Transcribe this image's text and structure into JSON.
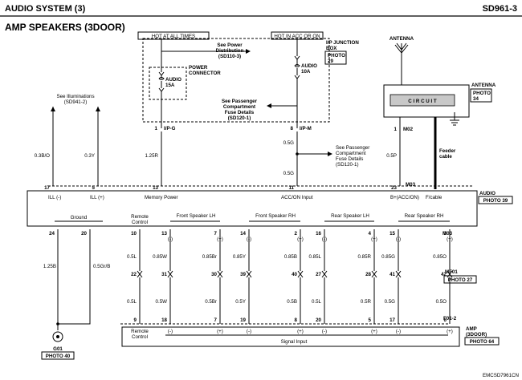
{
  "header": {
    "left": "AUDIO SYSTEM (3)",
    "right": "SD961-3",
    "title": "AMP SPEAKERS (3DOOR)",
    "footer_code": "EMCSD7961CN"
  },
  "junction": {
    "hot_all_times": "HOT AT ALL TIMES",
    "hot_acc_on": "HOT IN ACC OR ON",
    "name_line1": "I/P JUNCTION",
    "name_line2": "BOX",
    "photo_line1": "PHOTO",
    "photo_line2": "29",
    "see_power_line1": "See Power",
    "see_power_line2": "Distribution",
    "see_power_line3": "(SD110-3)",
    "power_connector_line1": "POWER",
    "power_connector_line2": "CONNECTOR",
    "fuse1_line1": "AUDIO",
    "fuse1_line2": "15A",
    "fuse2_line1": "AUDIO",
    "fuse2_line2": "10A",
    "see_pass_line1": "See Passenger",
    "see_pass_line2": "Compartment",
    "see_pass_line3": "Fuse Details",
    "see_pass_line4": "(SD120-1)",
    "conn_ipg": "I/P-G",
    "conn_ipm": "I/P-M",
    "pin_ipg": "1",
    "pin_ipm": "8"
  },
  "antenna": {
    "label": "ANTENNA",
    "label2": "ANTENNA",
    "photo_line1": "PHOTO",
    "photo_line2": "34",
    "circuit": "C I R C U I T",
    "conn": "M02",
    "pin": "1",
    "feeder_line1": "Feeder",
    "feeder_line2": "cable"
  },
  "wires_top": {
    "see_illum_line1": "See Illuminations",
    "see_illum_line2": "(SD941-2)",
    "w1": "0.3B/O",
    "w2": "0.3Y",
    "w3": "1.25R",
    "w4a": "0.5G",
    "w4b": "0.5G",
    "w5": "0.5P",
    "see_pass2_line1": "See Passenger",
    "see_pass2_line2": "Compartment",
    "see_pass2_line3": "Fuse Details",
    "see_pass2_line4": "(SD120-1)"
  },
  "audio": {
    "label": "AUDIO",
    "photo": "PHOTO 39",
    "pins_top": [
      "17",
      "5",
      "13",
      "11",
      "23"
    ],
    "conn_top": "M03",
    "pin_labels": [
      "ILL (-)",
      "ILL (+)",
      "Memory Power",
      "ACC/ON Input",
      "B+(ACC/ON)",
      "F/cable"
    ],
    "group_ground": "Ground",
    "group_remote_line1": "Remote",
    "group_remote_line2": "Control",
    "group_flh": "Front Speaker LH",
    "group_frh": "Front Speaker RH",
    "group_rlh": "Rear Speaker LH",
    "group_rrh": "Rear Speaker RH",
    "pins_bottom": [
      "24",
      "20",
      "10",
      "13",
      "7",
      "14",
      "2",
      "16",
      "4",
      "15",
      "3"
    ],
    "conn_bottom": "M03"
  },
  "ground_wires": {
    "w1": "1.25B",
    "w2": "0.5Gr/B",
    "ground_name": "G01",
    "ground_photo": "PHOTO 40"
  },
  "mid_wires": {
    "upper": [
      "0.5L",
      "0.85W",
      "0.85Br",
      "0.85Y",
      "0.85B",
      "0.85L",
      "0.85R",
      "0.85G",
      "0.85O"
    ],
    "mf_pins": [
      "22",
      "31",
      "30",
      "39",
      "40",
      "27",
      "28",
      "41",
      "42"
    ],
    "mf_conn": "MF01",
    "mf_photo": "PHOTO 27",
    "lower": [
      "0.5L",
      "0.5W",
      "0.5Br",
      "0.5Y",
      "0.5B",
      "0.5L",
      "0.5R",
      "0.5G",
      "0.5O"
    ],
    "f_pins": [
      "9",
      "18",
      "7",
      "19",
      "8",
      "20",
      "5",
      "17",
      "6"
    ],
    "f_conn": "F01-2"
  },
  "amp": {
    "label_line1": "AMP",
    "label_line2": "(3DOOR)",
    "photo": "PHOTO 64",
    "remote_line1": "Remote",
    "remote_line2": "Control",
    "signal_input": "Signal Input",
    "polarities": [
      "(-)",
      "(+)",
      "(-)",
      "(+)",
      "(-)",
      "(+)",
      "(-)",
      "(+)"
    ],
    "top_polarities": [
      "(-)",
      "(+)",
      "(-)",
      "(+)",
      "(-)",
      "(+)",
      "(-)",
      "(+)"
    ]
  }
}
